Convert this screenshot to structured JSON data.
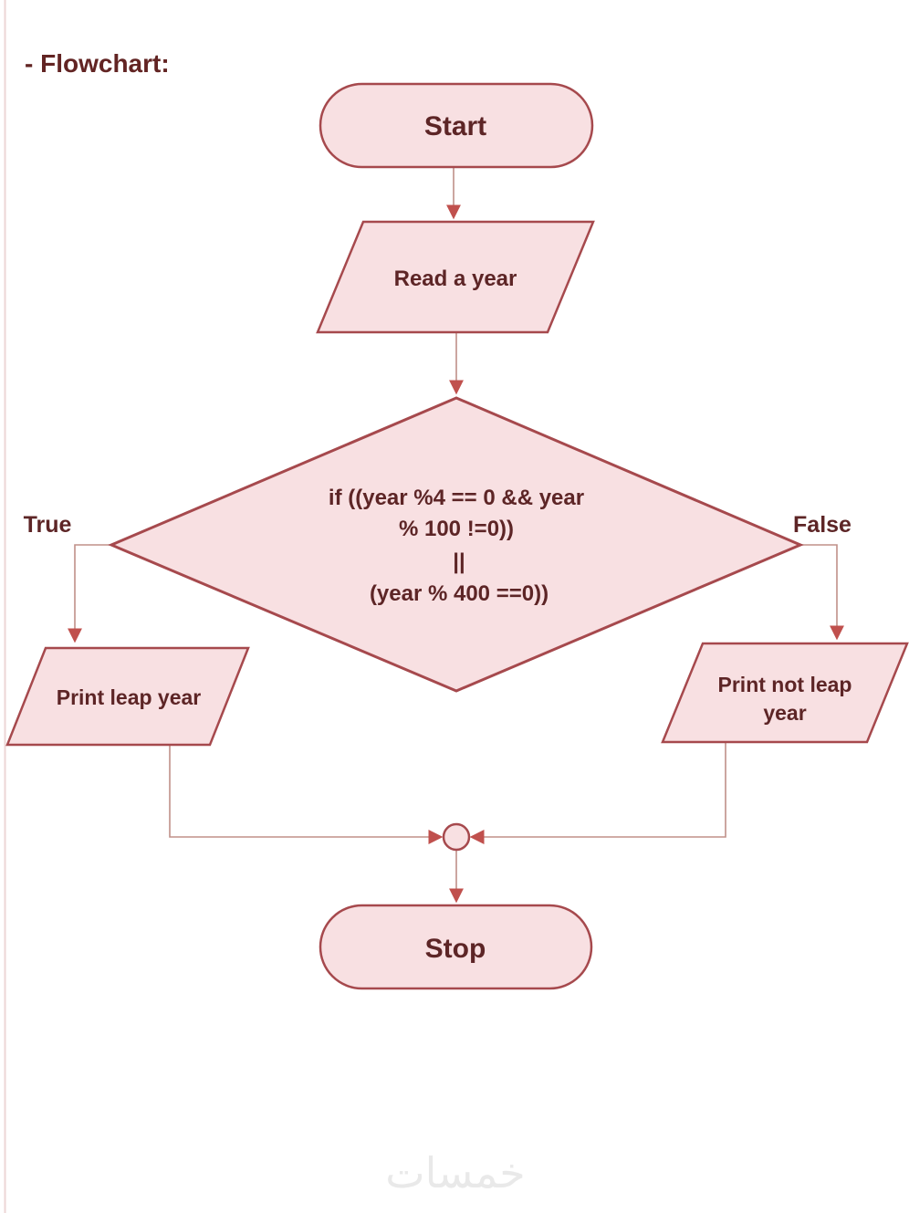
{
  "title": "- Flowchart:",
  "watermark": "خمسات",
  "colors": {
    "shape_fill": "#f8e0e2",
    "shape_border": "#a6494d",
    "shape_text": "#5d2526",
    "title_text": "#622423",
    "connector": "#c09089",
    "arrowhead": "#c0504d",
    "page_border": "#ecd6d6",
    "watermark": "#e9e9e9",
    "background": "#ffffff"
  },
  "flowchart": {
    "type": "flowchart",
    "nodes": {
      "start": {
        "shape": "terminator",
        "label": "Start"
      },
      "read_year": {
        "shape": "input-output-parallelogram",
        "label": "Read a year"
      },
      "decision": {
        "shape": "decision-diamond",
        "line1": "if ((year %4 == 0 && year",
        "line2": "% 100 !=0))",
        "line3": "||",
        "line4": "(year % 400 ==0))"
      },
      "print_leap": {
        "shape": "input-output-parallelogram",
        "label": "Print leap year"
      },
      "print_not_leap": {
        "shape": "input-output-parallelogram",
        "line1": "Print not leap",
        "line2": "year"
      },
      "merge": {
        "shape": "connector-circle",
        "label": ""
      },
      "stop": {
        "shape": "terminator",
        "label": "Stop"
      }
    },
    "branches": {
      "true_label": "True",
      "false_label": "False"
    },
    "edges": [
      "start -> read_year",
      "read_year -> decision",
      "decision -True-> print_leap",
      "decision -False-> print_not_leap",
      "print_leap -> merge",
      "print_not_leap -> merge",
      "merge -> stop"
    ]
  }
}
